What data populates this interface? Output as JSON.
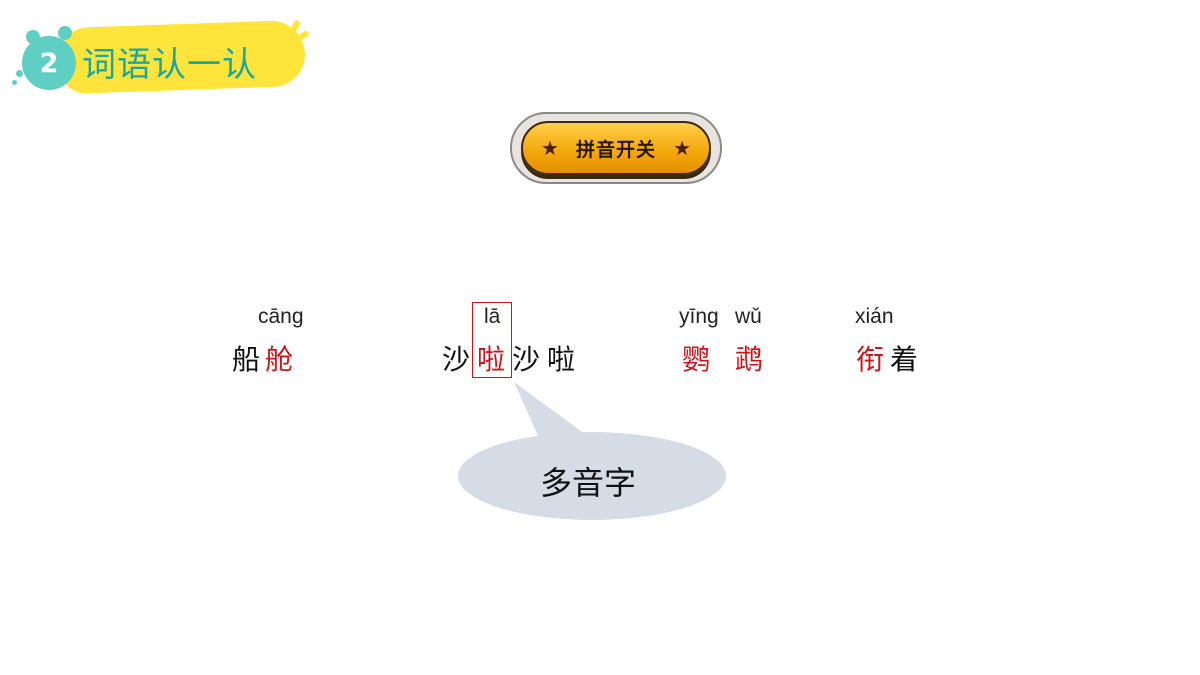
{
  "header": {
    "number": "2",
    "title": "词语认一认"
  },
  "toggle_button": {
    "label": "拼音开关",
    "star": "★"
  },
  "words": [
    {
      "pinyin": "cāng",
      "chars": [
        {
          "text": "船",
          "red": false
        },
        {
          "text": "舱",
          "red": true
        }
      ]
    },
    {
      "pinyin": "lā",
      "chars": [
        {
          "text": "沙",
          "red": false
        },
        {
          "text": "啦",
          "red": true
        },
        {
          "text": "沙",
          "red": false
        },
        {
          "text": "啦",
          "red": false
        }
      ]
    },
    {
      "pinyin_1": "yīng",
      "pinyin_2": "wǔ",
      "chars": [
        {
          "text": "鹦",
          "red": true
        },
        {
          "text": "鹉",
          "red": true
        }
      ]
    },
    {
      "pinyin": "xián",
      "chars": [
        {
          "text": "衔",
          "red": true
        },
        {
          "text": "着",
          "red": false
        }
      ]
    }
  ],
  "callout": {
    "text": "多音字"
  },
  "colors": {
    "accent_red": "#c8161d",
    "header_teal": "#1fa59a",
    "header_yellow": "#ffe53b",
    "button_orange": "#f5a90c",
    "callout_gray": "#d6dce5"
  }
}
